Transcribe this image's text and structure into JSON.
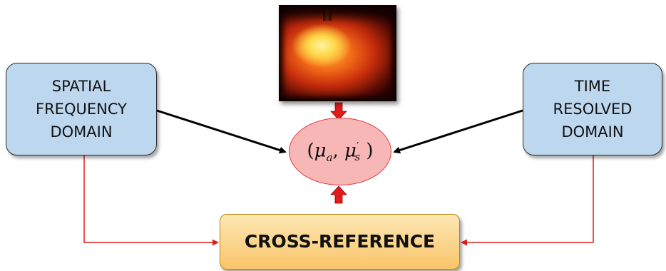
{
  "boxes": {
    "spatial": [
      "SPATIAL",
      "FREQUENCY",
      "DOMAIN"
    ],
    "time": [
      "TIME",
      "RESOLVED",
      "DOMAIN"
    ],
    "cross_reference": "CROSS-REFERENCE"
  },
  "ellipse": {
    "open": "(",
    "mu": "μ",
    "sub_a": "a",
    "comma": ", ",
    "prime": "′",
    "sub_s": "s",
    "close": " )"
  },
  "colors": {
    "box_fill": "#bdd7ee",
    "ellipse_fill": "#f8b7b7",
    "cross_reference_fill": "#f9c56a",
    "connector_red": "#e01b1b",
    "connector_black": "#000000"
  },
  "image": {
    "subject": "glowing-phantom-photo"
  }
}
